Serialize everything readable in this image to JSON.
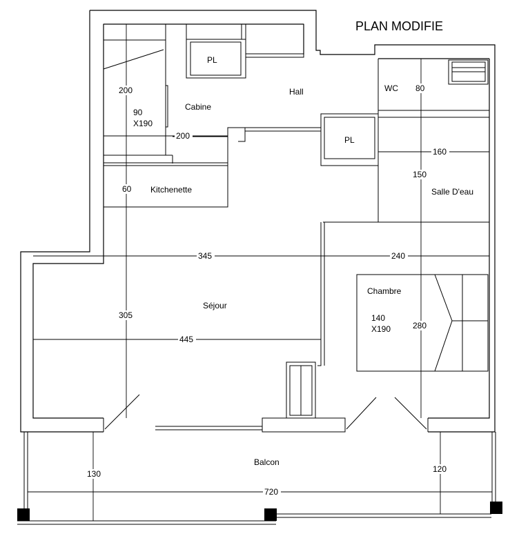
{
  "title": "PLAN MODIFIE",
  "rooms": {
    "cabine": "Cabine",
    "hall": "Hall",
    "wc": "WC",
    "kitchenette": "Kitchenette",
    "salle_deau": "Salle D'eau",
    "sejour": "Séjour",
    "chambre": "Chambre",
    "balcon": "Balcon",
    "pl_top": "PL",
    "pl_mid": "PL"
  },
  "beds": {
    "cabine_w": "90",
    "cabine_l": "X190",
    "chambre_w": "140",
    "chambre_l": "X190"
  },
  "dimensions": {
    "cabine_height": "200",
    "cabine_width": "200",
    "kitchenette_depth": "60",
    "wc_depth": "80",
    "salle_width": "160",
    "salle_depth": "150",
    "sejour_width": "345",
    "chambre_width": "240",
    "sejour_depth": "305",
    "sejour_inner_width": "445",
    "chambre_depth": "280",
    "balcon_left_depth": "130",
    "balcon_right_depth": "120",
    "balcon_width": "720"
  }
}
